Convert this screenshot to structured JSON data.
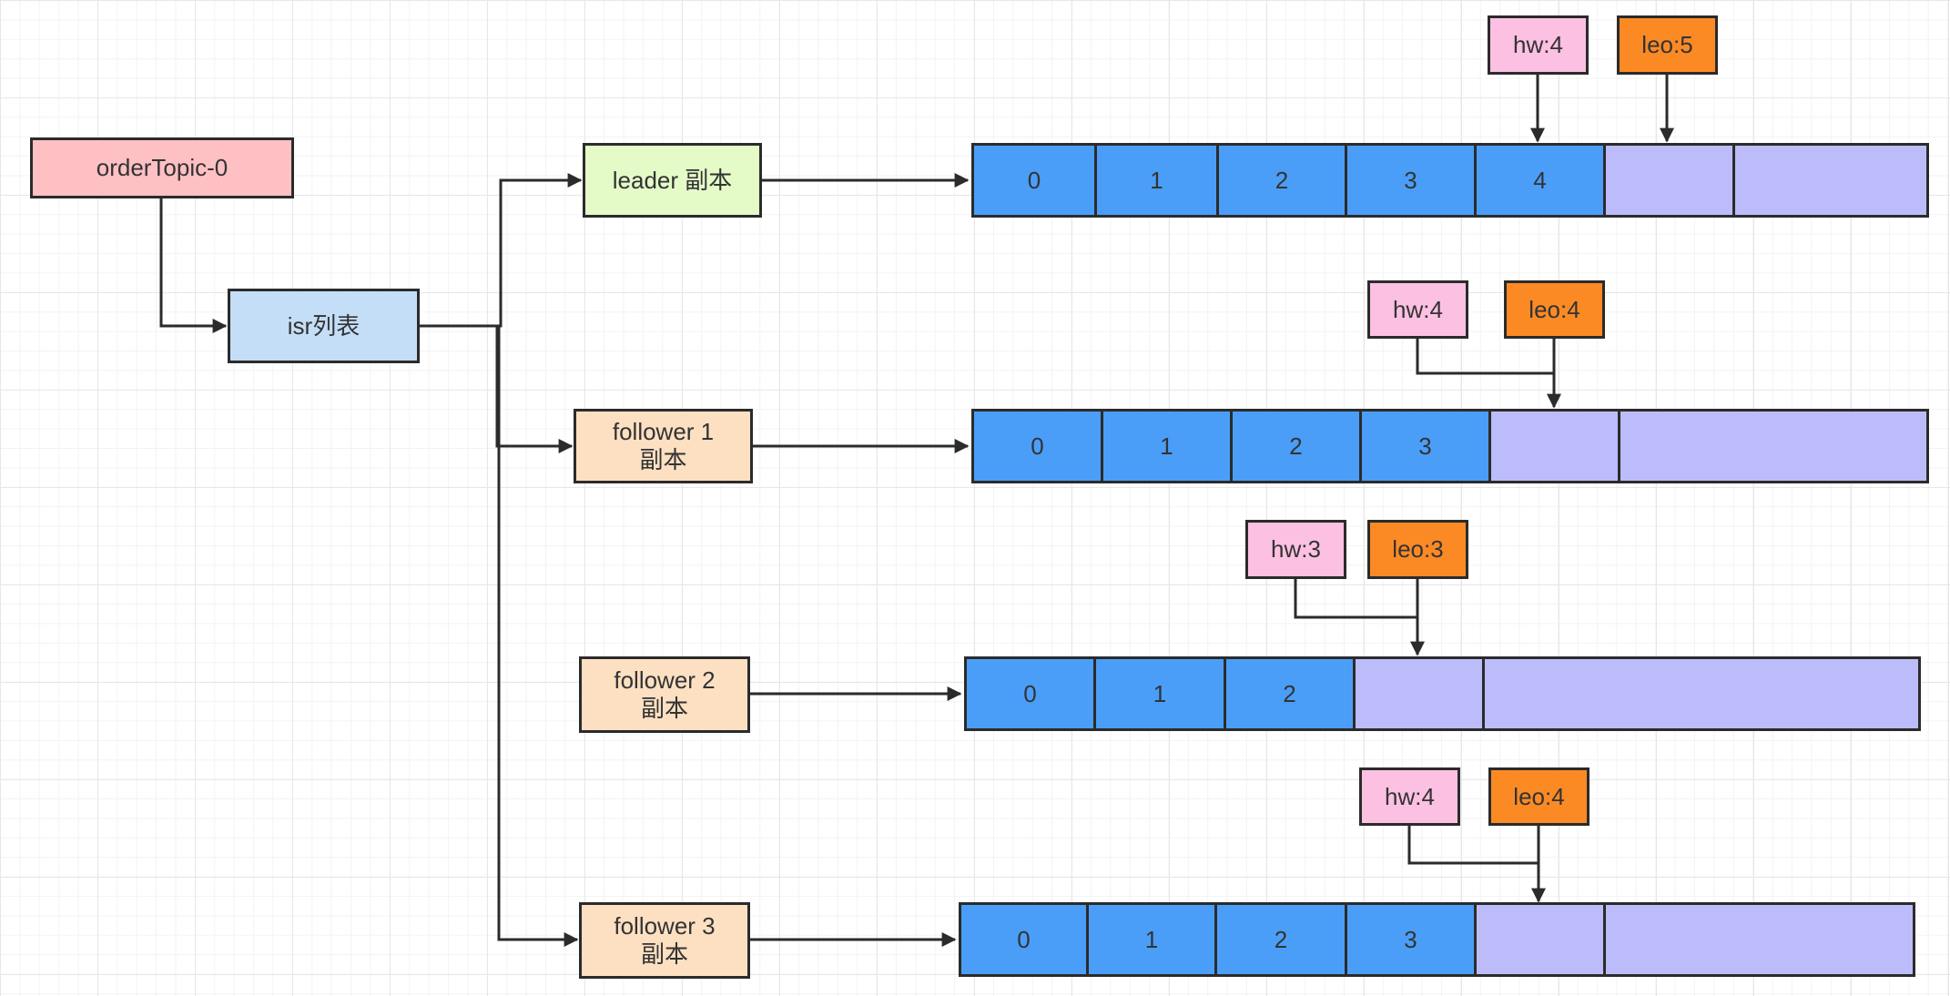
{
  "colors": {
    "root": "#ffc0c4",
    "isr": "#c4def8",
    "leader": "#e4fbc8",
    "follower": "#fde0c2",
    "hw": "#fbc0e2",
    "leo": "#fb8a25",
    "message_cell": "#4a9ef8",
    "empty_cell": "#bdbcfa",
    "line": "#2b2b2b"
  },
  "topic": {
    "label": "orderTopic-0"
  },
  "isr": {
    "label": "isr列表"
  },
  "replicas": [
    {
      "name_line1": "leader 副本",
      "name_line2": "",
      "role": "leader",
      "offsets": [
        "0",
        "1",
        "2",
        "3",
        "4"
      ],
      "hw_label": "hw:4",
      "leo_label": "leo:5"
    },
    {
      "name_line1": "follower 1",
      "name_line2": "副本",
      "role": "follower",
      "offsets": [
        "0",
        "1",
        "2",
        "3"
      ],
      "hw_label": "hw:4",
      "leo_label": "leo:4"
    },
    {
      "name_line1": "follower 2",
      "name_line2": "副本",
      "role": "follower",
      "offsets": [
        "0",
        "1",
        "2"
      ],
      "hw_label": "hw:3",
      "leo_label": "leo:3"
    },
    {
      "name_line1": "follower 3",
      "name_line2": "副本",
      "role": "follower",
      "offsets": [
        "0",
        "1",
        "2",
        "3"
      ],
      "hw_label": "hw:4",
      "leo_label": "leo:4"
    }
  ]
}
